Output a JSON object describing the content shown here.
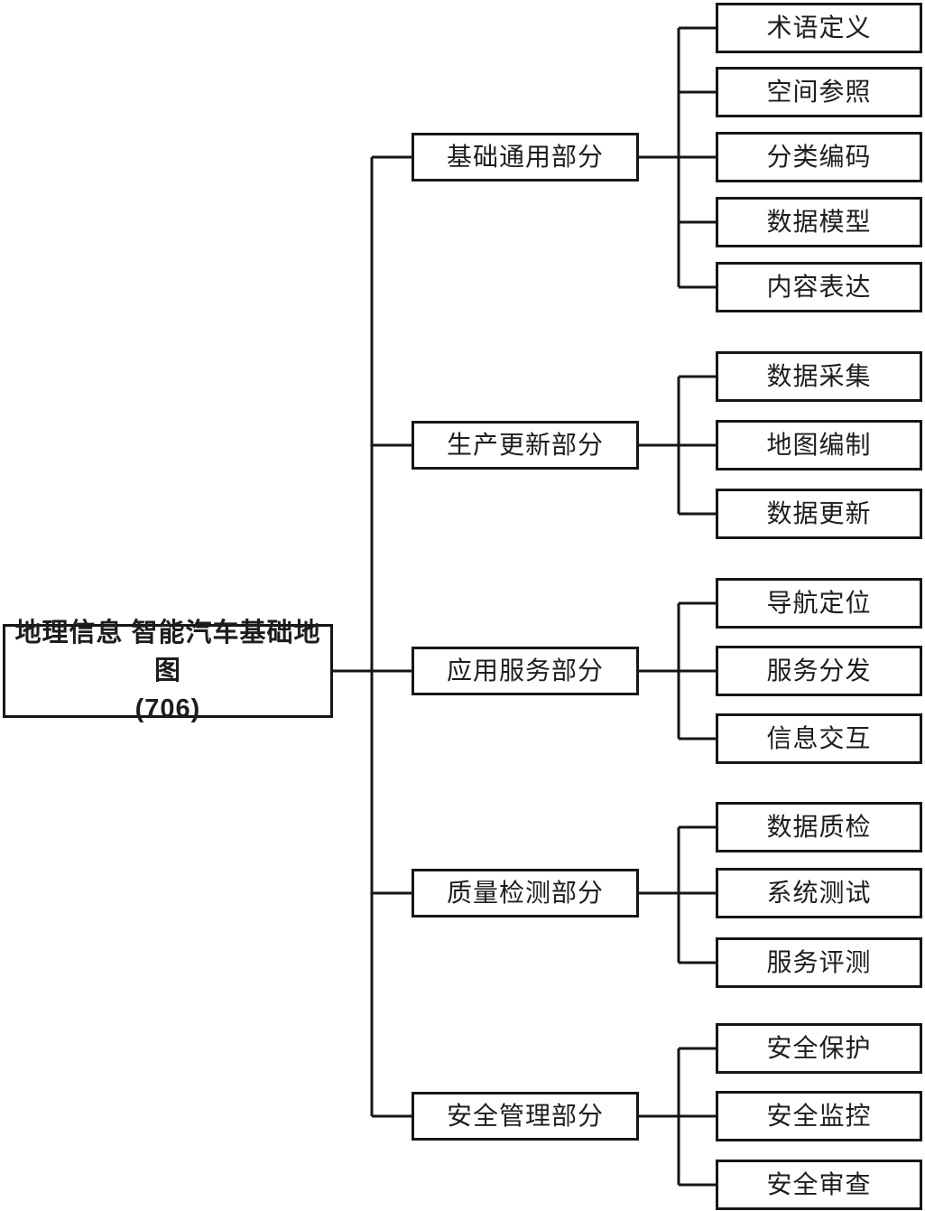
{
  "diagram": {
    "root": {
      "title": "地理信息 智能汽车基础地图",
      "subtitle": "(706)"
    },
    "branches": [
      {
        "label": "基础通用部分",
        "children": [
          "术语定义",
          "空间参照",
          "分类编码",
          "数据模型",
          "内容表达"
        ]
      },
      {
        "label": "生产更新部分",
        "children": [
          "数据采集",
          "地图编制",
          "数据更新"
        ]
      },
      {
        "label": "应用服务部分",
        "children": [
          "导航定位",
          "服务分发",
          "信息交互"
        ]
      },
      {
        "label": "质量检测部分",
        "children": [
          "数据质检",
          "系统测试",
          "服务评测"
        ]
      },
      {
        "label": "安全管理部分",
        "children": [
          "安全保护",
          "安全监控",
          "安全审查"
        ]
      }
    ],
    "colors": {
      "line": "#161616",
      "box_background": "#ffffff",
      "text": "#1d1d1d"
    }
  }
}
